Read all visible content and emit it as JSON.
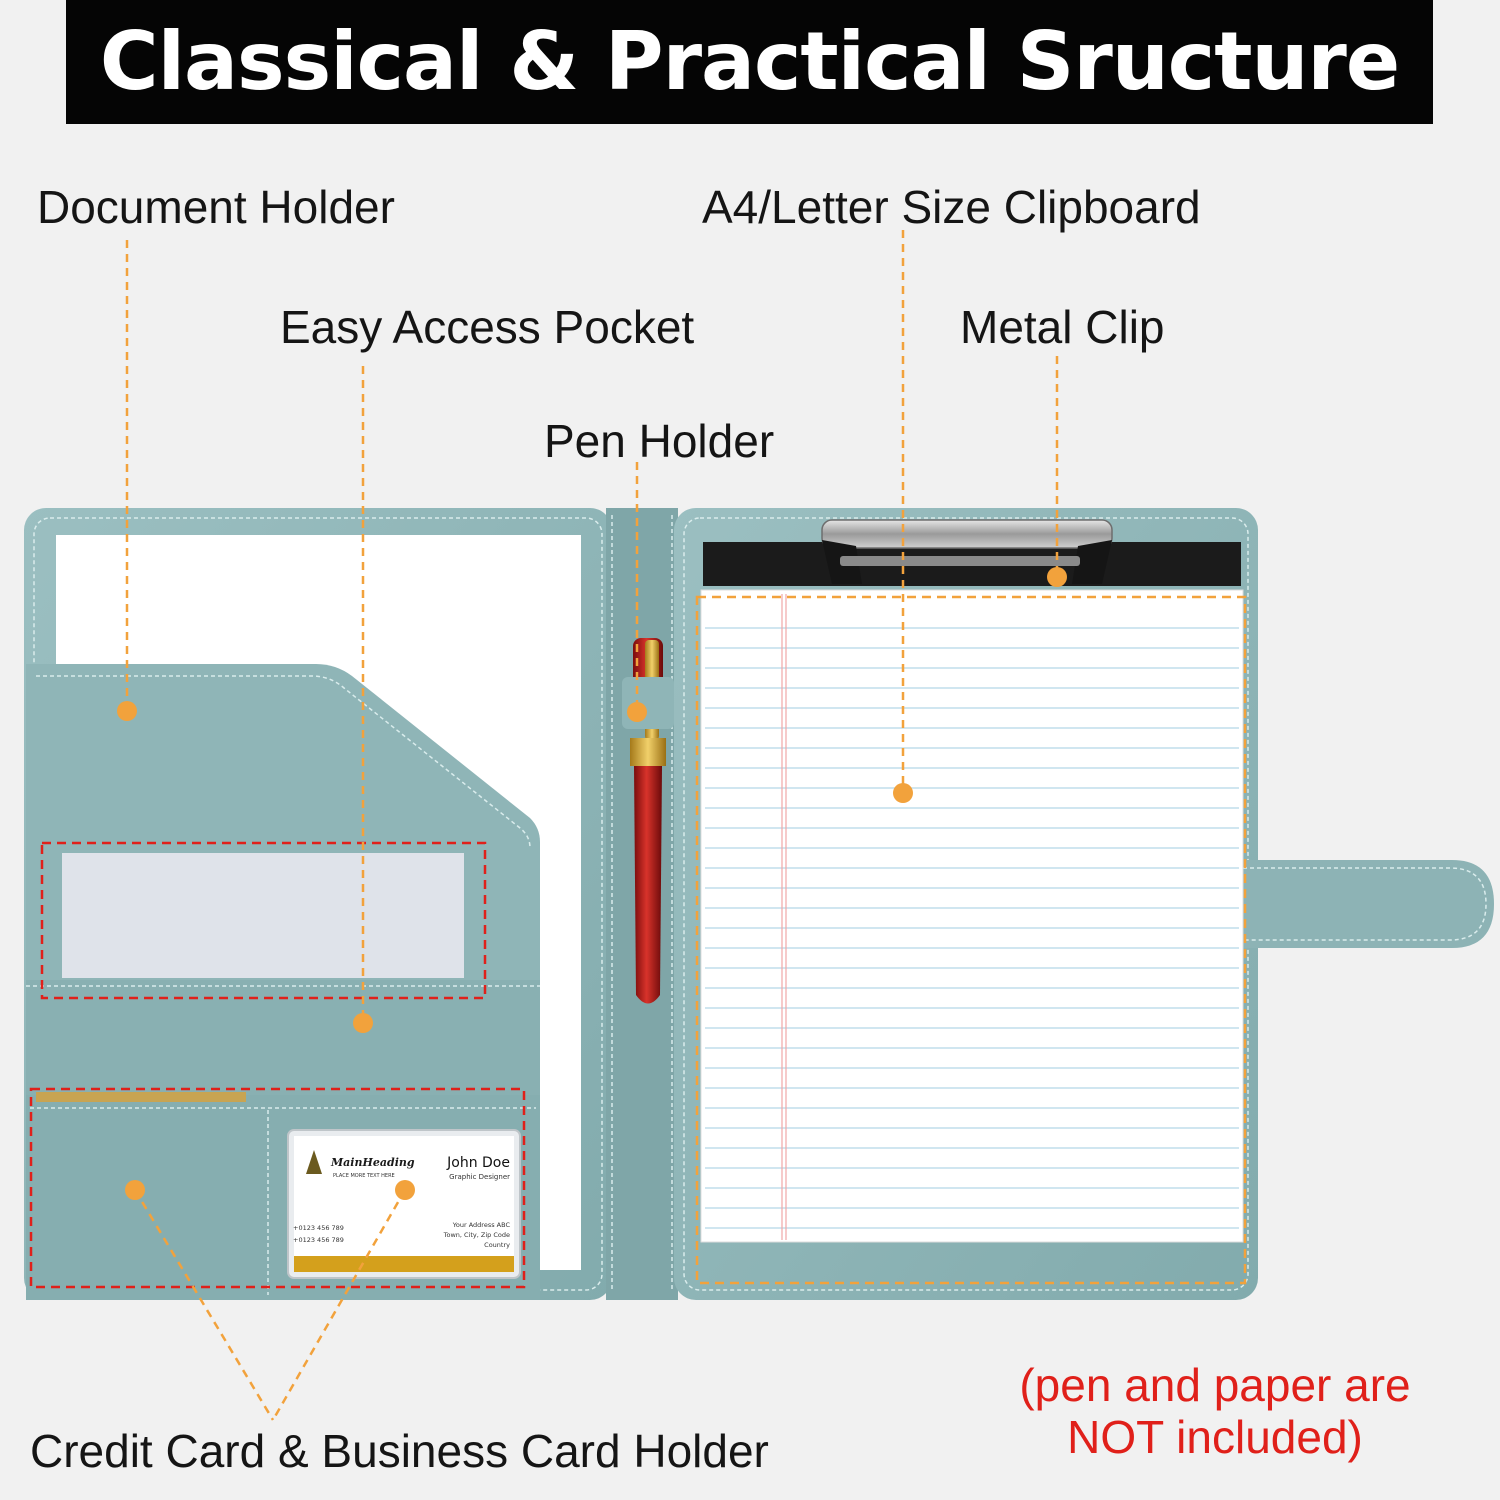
{
  "banner": {
    "title": "Classical & Practical Sructure"
  },
  "labels": {
    "document_holder": "Document Holder",
    "clipboard": "A4/Letter Size Clipboard",
    "easy_access_pocket": "Easy Access Pocket",
    "metal_clip": "Metal Clip",
    "pen_holder": "Pen Holder",
    "card_holder": "Credit Card & Business Card Holder"
  },
  "disclaimer": {
    "line1": "(pen and paper are",
    "line2": "NOT included)"
  },
  "business_card": {
    "brand": "MainHeading",
    "tagline": "PLACE MORE TEXT HERE",
    "name": "John Doe",
    "title": "Graphic Designer",
    "phone1": "+0123 456 789",
    "phone2": "+0123 456 789",
    "address1": "Your Address ABC",
    "address2": "Town, City, Zip Code",
    "address3": "Country"
  },
  "colors": {
    "leather": "#8db3b5",
    "annotation_orange": "#f2a23c",
    "annotation_red": "#e0201a",
    "banner": "#050505"
  }
}
